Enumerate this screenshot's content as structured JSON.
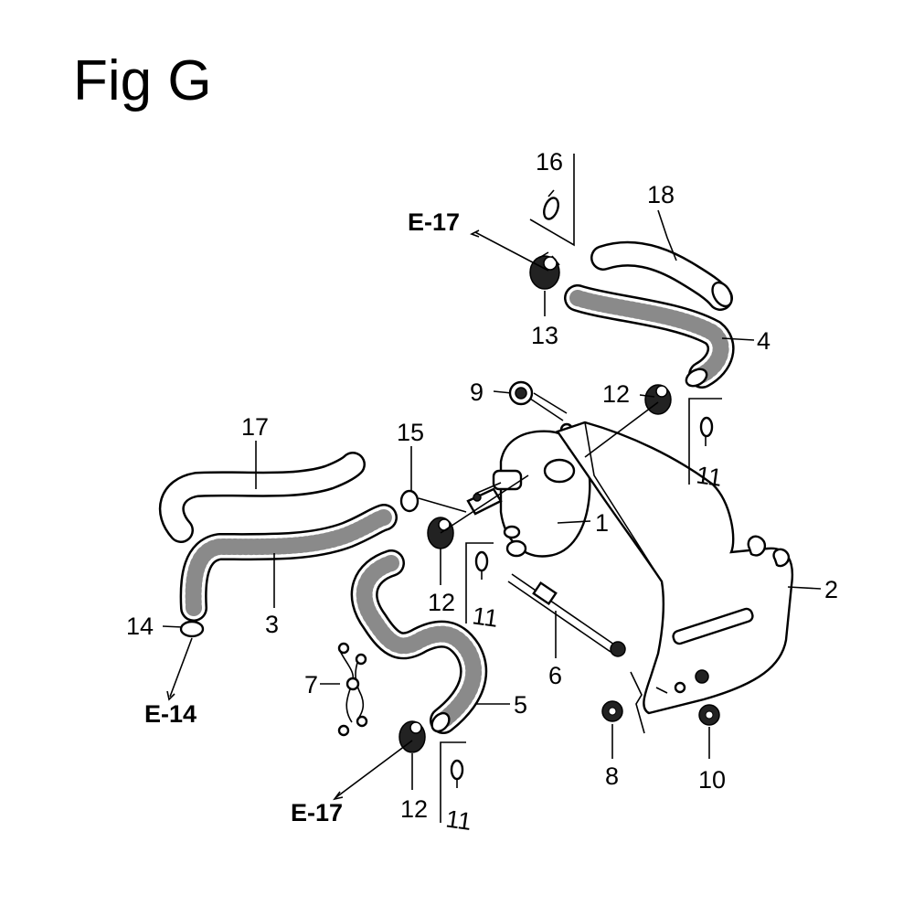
{
  "figure": {
    "title": "Fig G"
  },
  "callouts": [
    {
      "id": "c1",
      "text": "1"
    },
    {
      "id": "c2",
      "text": "2"
    },
    {
      "id": "c3",
      "text": "3"
    },
    {
      "id": "c4",
      "text": "4"
    },
    {
      "id": "c5",
      "text": "5"
    },
    {
      "id": "c6",
      "text": "6"
    },
    {
      "id": "c7",
      "text": "7"
    },
    {
      "id": "c8",
      "text": "8"
    },
    {
      "id": "c9",
      "text": "9"
    },
    {
      "id": "c10",
      "text": "10"
    },
    {
      "id": "c11a",
      "text": "11"
    },
    {
      "id": "c11b",
      "text": "11"
    },
    {
      "id": "c11c",
      "text": "11"
    },
    {
      "id": "c12a",
      "text": "12"
    },
    {
      "id": "c12b",
      "text": "12"
    },
    {
      "id": "c12c",
      "text": "12"
    },
    {
      "id": "c13",
      "text": "13"
    },
    {
      "id": "c14",
      "text": "14"
    },
    {
      "id": "c15",
      "text": "15"
    },
    {
      "id": "c16",
      "text": "16"
    },
    {
      "id": "c17",
      "text": "17"
    },
    {
      "id": "c18",
      "text": "18"
    }
  ],
  "references": [
    {
      "id": "ref-top",
      "text": "E-17"
    },
    {
      "id": "ref-left",
      "text": "E-14"
    },
    {
      "id": "ref-bottom",
      "text": "E-17"
    }
  ]
}
